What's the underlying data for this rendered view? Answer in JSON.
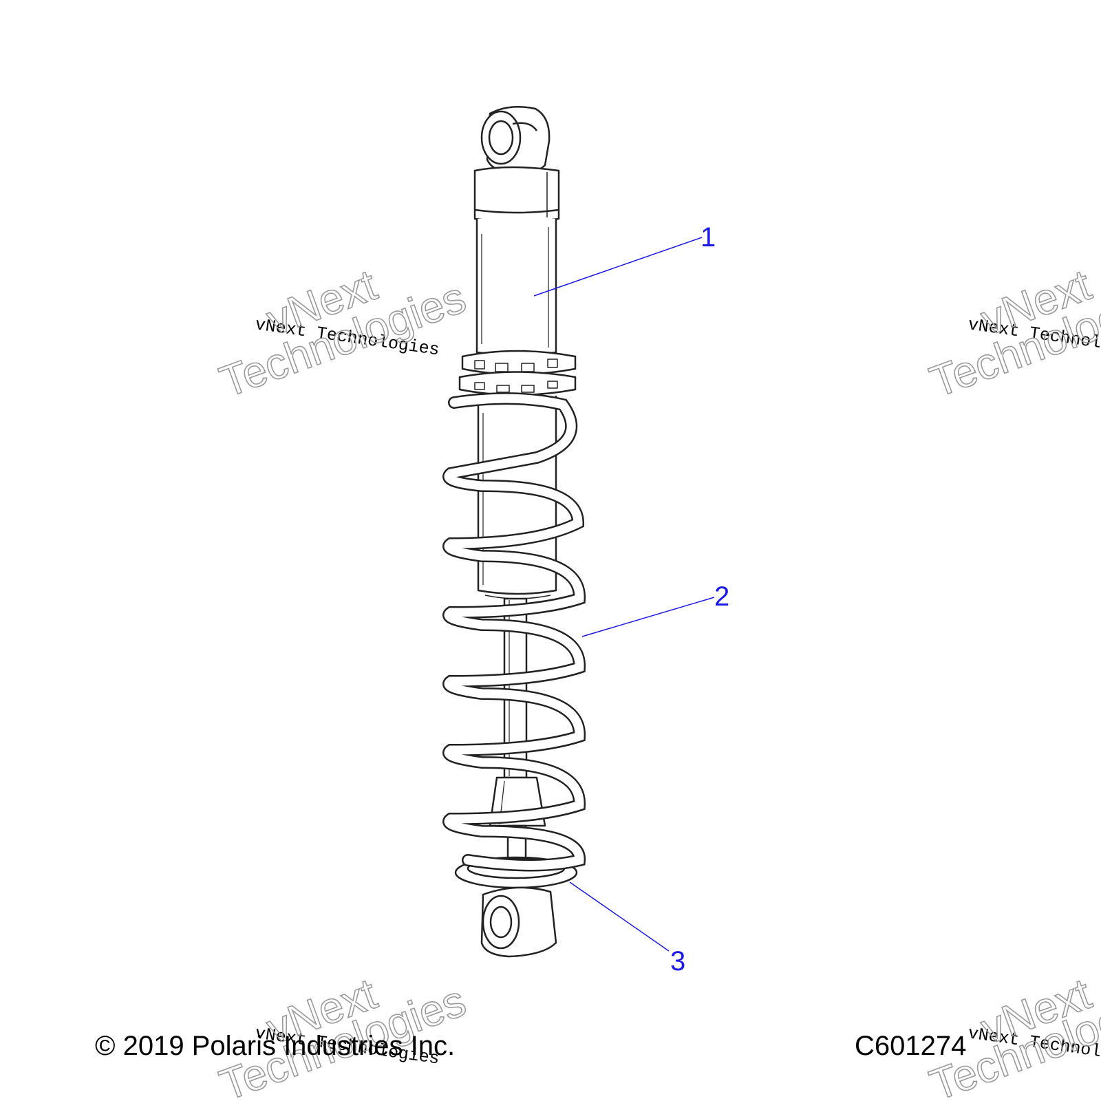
{
  "diagram": {
    "callouts": [
      {
        "id": "1",
        "label": "1"
      },
      {
        "id": "2",
        "label": "2"
      },
      {
        "id": "3",
        "label": "3"
      }
    ]
  },
  "footer": {
    "copyright": "© 2019 Polaris Industries Inc.",
    "drawing_id": "C601274"
  },
  "watermark": {
    "line_small": "vNext Technologies",
    "line_big_1": "vNext",
    "line_big_2": "Technologies"
  },
  "colors": {
    "callout": "#1a1ae6",
    "line_art": "#222222",
    "fill": "#ffffff"
  }
}
